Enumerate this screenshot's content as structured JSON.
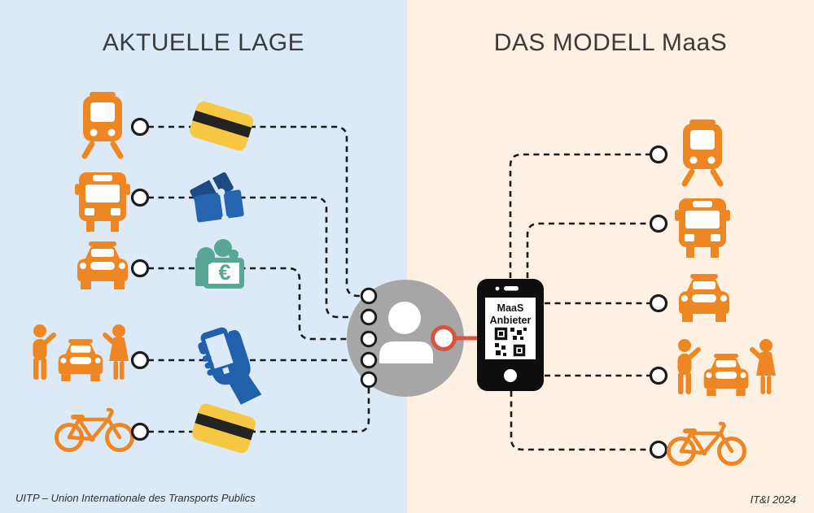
{
  "left_panel": {
    "title": "AKTUELLE LAGE",
    "modes": [
      {
        "icon": "tram-icon"
      },
      {
        "icon": "bus-icon"
      },
      {
        "icon": "car-icon"
      },
      {
        "icon": "carpool-icon"
      },
      {
        "icon": "bicycle-icon"
      }
    ],
    "payments": [
      {
        "icon": "credit-card-icon"
      },
      {
        "icon": "paper-ticket-icon"
      },
      {
        "icon": "cash-euro-icon"
      },
      {
        "icon": "hand-smartphone-icon"
      },
      {
        "icon": "credit-card-icon"
      }
    ],
    "cash_currency_symbol": "€"
  },
  "center": {
    "icon": "user-icon",
    "connector_icon": "link-circle-icon"
  },
  "right_panel": {
    "title": "DAS MODELL MaaS",
    "provider_label": {
      "line1": "MaaS",
      "line2": "Anbieter"
    },
    "provider_icons": [
      "smartphone-icon",
      "qr-code-icon"
    ],
    "modes": [
      {
        "icon": "tram-icon"
      },
      {
        "icon": "bus-icon"
      },
      {
        "icon": "car-icon"
      },
      {
        "icon": "carpool-icon"
      },
      {
        "icon": "bicycle-icon"
      }
    ]
  },
  "footer": {
    "left": "UITP – Union Internationale des Transports Publics",
    "right": "IT&I 2024"
  },
  "colors": {
    "bg_left": "#dce9f6",
    "bg_right": "#fcf1e3",
    "orange": "#ee8723",
    "yellow": "#f6c844",
    "card_stripe": "#232323",
    "blue": "#2161ac",
    "dark_blue": "#1c4b84",
    "teal": "#57a794",
    "gray": "#a6a6a6",
    "red": "#d75342",
    "line": "#1b1b1b"
  }
}
